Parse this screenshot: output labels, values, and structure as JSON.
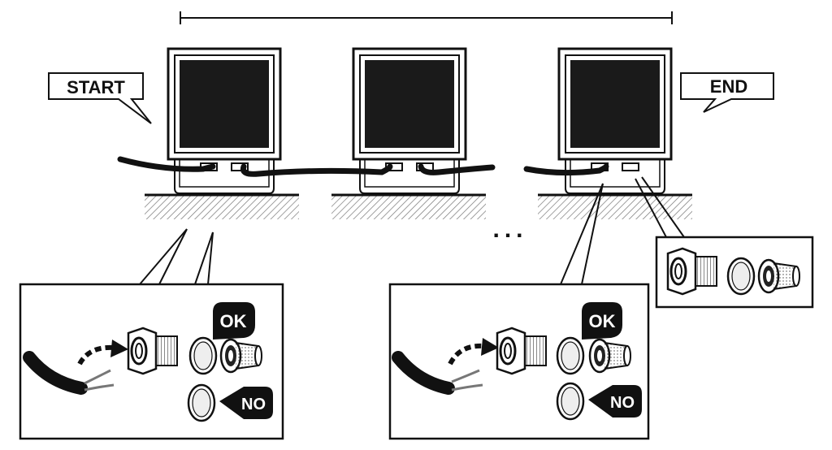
{
  "labels": {
    "start": "START",
    "end": "END",
    "ok": "OK",
    "no": "NO",
    "ellipsis": "..."
  },
  "colors": {
    "ink": "#111111",
    "paper": "#ffffff",
    "hatch": "#777777",
    "metal": "#dddddd"
  },
  "icons": [
    "cable-icon",
    "connector-nut-icon",
    "gland-seal-icon",
    "gland-plug-icon",
    "blanking-disc-icon",
    "insert-arrow-icon",
    "ok-marker-icon",
    "no-marker-icon"
  ]
}
